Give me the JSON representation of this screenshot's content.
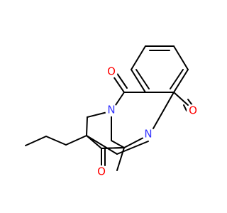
{
  "colors": {
    "background": "#ffffff",
    "bond": "#000000",
    "nitrogen": "#3333ff",
    "oxygen": "#ff0000"
  },
  "atoms": {
    "n_amide_top": {
      "symbol": "N",
      "element": "nitrogen"
    },
    "n_amide_right": {
      "symbol": "N",
      "element": "nitrogen"
    },
    "o_carbonyl_top": {
      "symbol": "O",
      "element": "oxygen"
    },
    "o_carbonyl_right": {
      "symbol": "O",
      "element": "oxygen"
    },
    "o_ketone": {
      "symbol": "O",
      "element": "oxygen"
    }
  }
}
